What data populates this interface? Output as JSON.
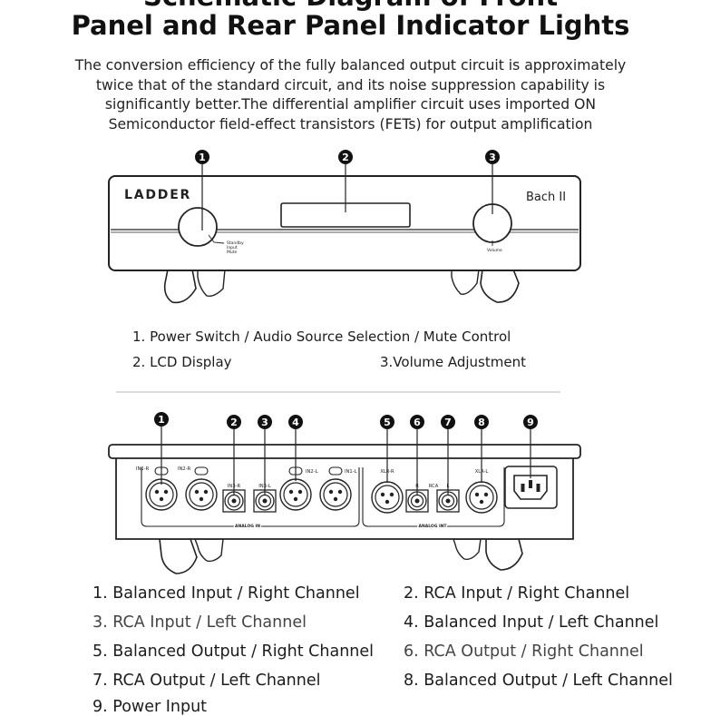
{
  "title_line1": "Schematic Diagram of Front",
  "title_line2": "Panel and Rear Panel Indicator Lights",
  "intro_lines": [
    "The conversion efficiency of the fully balanced output circuit is approximately",
    "twice that of the standard circuit, and its noise suppression capability is",
    "significantly better.The differential amplifier circuit uses imported ON",
    "Semiconductor field-effect transistors (FETs) for output amplification"
  ],
  "front_panel": {
    "brand_logo": "LADDER",
    "model_name": "Bach II",
    "knob_left_label": [
      "Standby",
      "Input",
      "Mute"
    ],
    "knob_right_label": "Volume",
    "callouts": [
      "1",
      "2",
      "3"
    ]
  },
  "front_legend": [
    "1. Power Switch / Audio Source Selection / Mute Control",
    "2. LCD Display",
    "3.Volume Adjustment"
  ],
  "rear_panel": {
    "callouts": [
      "1",
      "2",
      "3",
      "4",
      "5",
      "6",
      "7",
      "8",
      "9"
    ],
    "jack_labels": {
      "in1_r": "IN1-R",
      "in2_r": "IN2-R",
      "in3_r": "IN3-R",
      "in3_l": "IN3-L",
      "in2_l": "IN2-L",
      "in1_l": "IN1-L",
      "xlr_r": "XLR-R",
      "rca_r": "R",
      "rca_mid": "RCA",
      "rca_l": "L",
      "xlr_l": "XLR-L"
    },
    "group_analog_in": "ANALOG IN",
    "group_analog_out": "ANALOG INT"
  },
  "rear_legend": [
    "1. Balanced Input / Right Channel",
    "2. RCA Input / Right Channel",
    "3. RCA Input / Left Channel",
    "4. Balanced Input / Left Channel",
    "5. Balanced Output / Right Channel",
    "6. RCA Output / Right Channel",
    "7. RCA Output / Left Channel",
    "8. Balanced Output / Left Channel",
    "9. Power Input"
  ]
}
